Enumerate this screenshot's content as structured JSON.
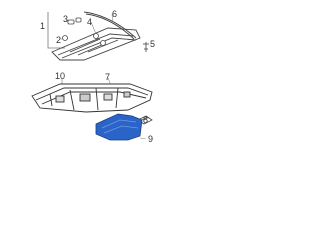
{
  "callouts": {
    "c1": "1",
    "c2": "2",
    "c3": "3",
    "c4": "4",
    "c5": "5",
    "c6": "6",
    "c7": "7",
    "c8": "8",
    "c9": "9",
    "c10": "10"
  },
  "colors": {
    "line": "#444444",
    "highlight_part": "#2b64c8"
  }
}
